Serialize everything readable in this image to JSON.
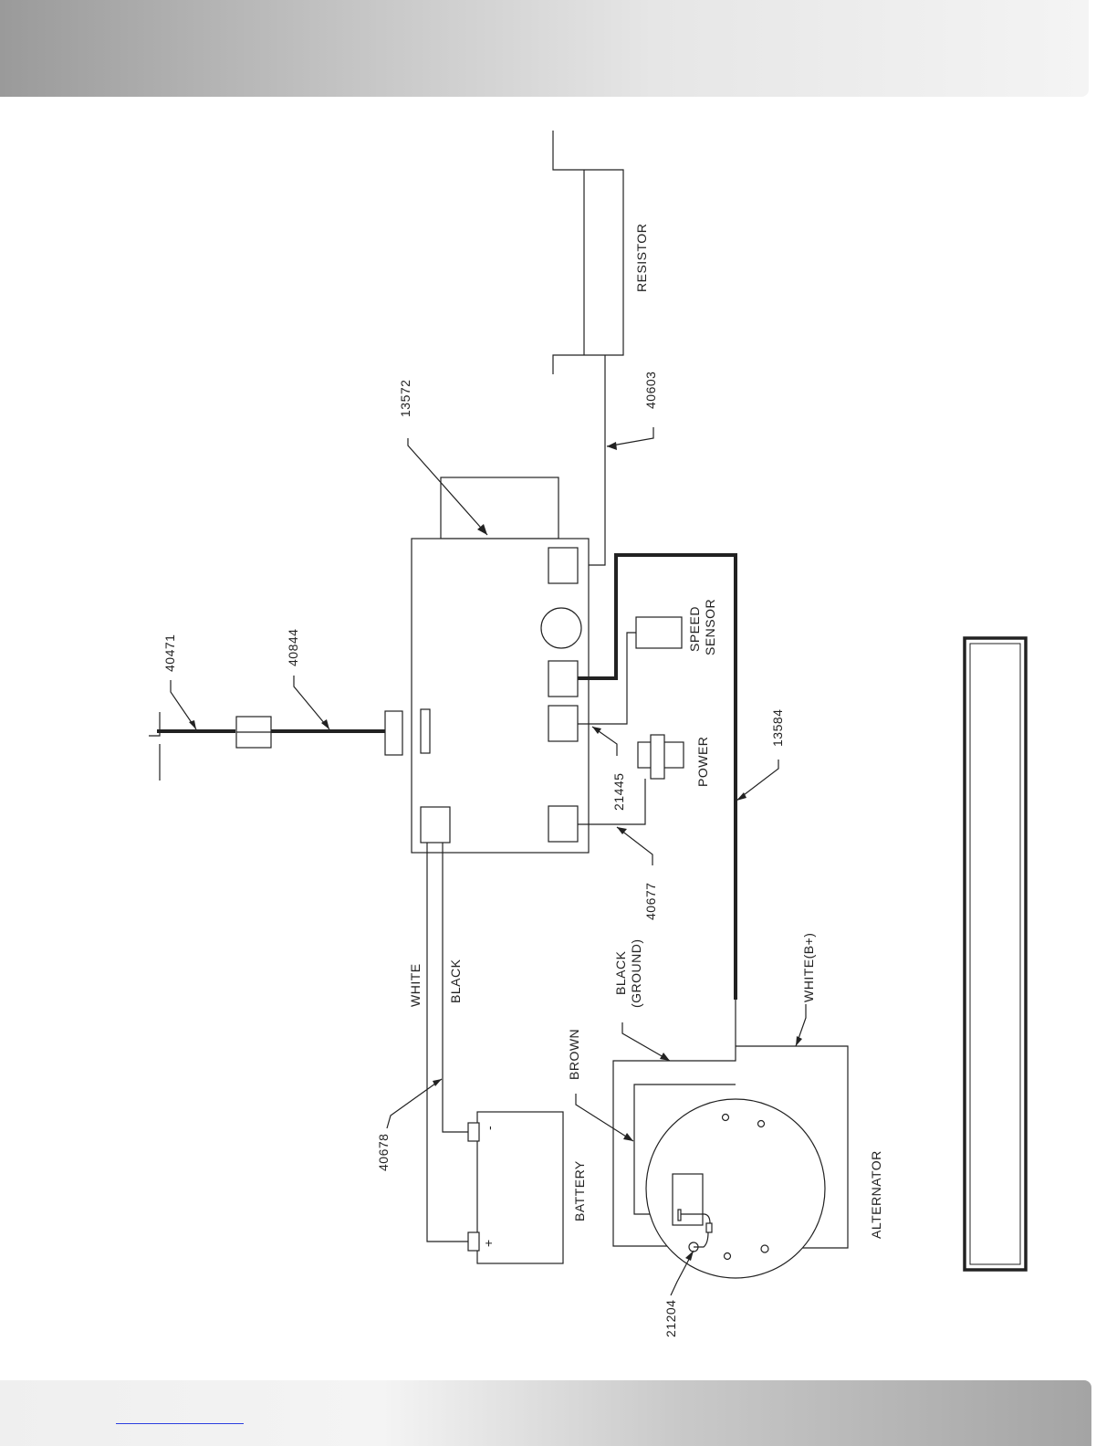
{
  "labels": {
    "resistor": "RESISTOR",
    "speed_sensor_line1": "SPEED",
    "speed_sensor_line2": "SENSOR",
    "power": "POWER",
    "white": "WHITE",
    "black": "BLACK",
    "black_ground_line1": "BLACK",
    "black_ground_line2": "(GROUND)",
    "white_b_plus": "WHITE(B+)",
    "brown": "BROWN",
    "battery": "BATTERY",
    "alternator": "ALTERNATOR",
    "battery_minus": "-",
    "battery_plus": "+"
  },
  "part_numbers": {
    "p13572": "13572",
    "p40603": "40603",
    "p40471": "40471",
    "p40844": "40844",
    "p13584": "13584",
    "p21445": "21445",
    "p40677": "40677",
    "p40678": "40678",
    "p21204": "21204"
  }
}
